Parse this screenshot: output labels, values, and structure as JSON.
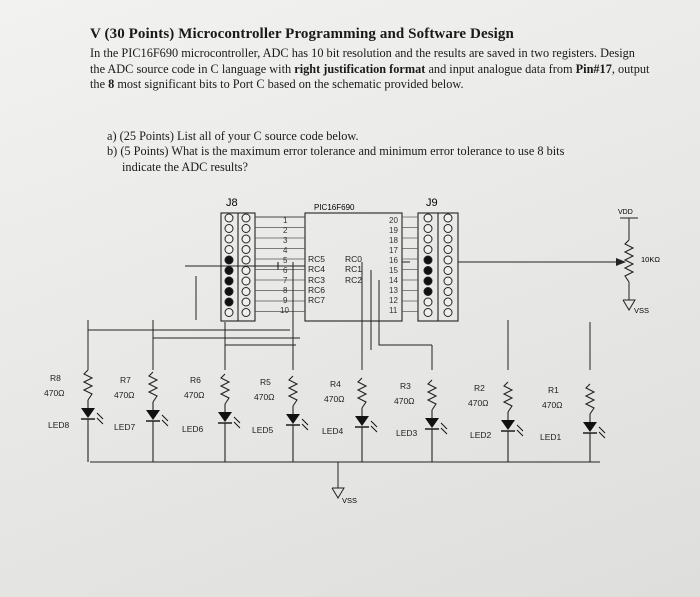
{
  "question": {
    "title": "V (30 Points) Microcontroller Programming and Software Design",
    "body_1": "In the PIC16F690 microcontroller, ADC has 10 bit resolution and the results are saved in two registers. Design the ADC source code in C language with ",
    "body_bold_1": "right justification format",
    "body_2": " and input analogue data from ",
    "body_bold_2": "Pin#17",
    "body_3": ", output the ",
    "body_bold_3": "8",
    "body_4": " most significant bits to Port C based on the schematic provided below.",
    "part_a": "a) (25 Points) List all of your C source code below.",
    "part_b_line1": "b) (5 Points) What is the maximum error tolerance and minimum error tolerance to use 8 bits",
    "part_b_line2": "indicate the ADC results?"
  },
  "schematic": {
    "header_j8": "J8",
    "header_j9": "J9",
    "chip": "PIC16F690",
    "left_pins": [
      "1",
      "2",
      "3",
      "4",
      "5",
      "6",
      "7",
      "8",
      "9",
      "10"
    ],
    "right_pins": [
      "20",
      "19",
      "18",
      "17",
      "16",
      "15",
      "14",
      "13",
      "12",
      "11"
    ],
    "left_port_labels": [
      "RC5",
      "RC4",
      "RC3",
      "RC6",
      "RC7"
    ],
    "right_port_labels": [
      "RC0",
      "RC1",
      "RC2"
    ],
    "vdd": "VDD",
    "pot": "10KΩ",
    "vss_right": "VSS",
    "vss_bottom": "VSS",
    "resistors": [
      {
        "name": "R8",
        "value": "470Ω"
      },
      {
        "name": "R7",
        "value": "470Ω"
      },
      {
        "name": "R6",
        "value": "470Ω"
      },
      {
        "name": "R5",
        "value": "470Ω"
      },
      {
        "name": "R4",
        "value": "470Ω"
      },
      {
        "name": "R3",
        "value": "470Ω"
      },
      {
        "name": "R2",
        "value": "470Ω"
      },
      {
        "name": "R1",
        "value": "470Ω"
      }
    ],
    "leds": [
      "LED8",
      "LED7",
      "LED6",
      "LED5",
      "LED4",
      "LED3",
      "LED2",
      "LED1"
    ]
  }
}
